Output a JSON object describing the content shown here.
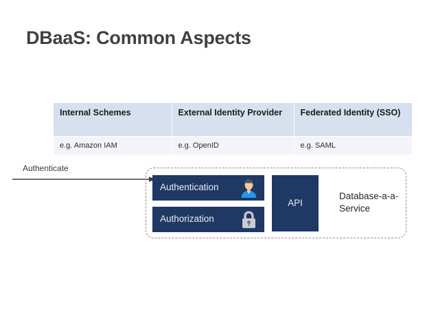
{
  "slide": {
    "title": "DBaaS: Common Aspects",
    "background_color": "#ffffff",
    "title_color": "#404040"
  },
  "table": {
    "header_bg": "#D6E0EF",
    "row_bg": "#F2F4F9",
    "columns": [
      "Internal Schemes",
      "External Identity Provider",
      "Federated Identity (SSO)"
    ],
    "rows": [
      [
        "e.g. Amazon IAM",
        "e.g. OpenID",
        "e.g. SAML"
      ]
    ]
  },
  "diagram": {
    "arrow_label": "Authenticate",
    "arrow_color": "#595959",
    "container_border_color": "#8c8c8c",
    "box_color": "#1F3864",
    "boxes": [
      {
        "label": "Authentication",
        "icon": "user-icon"
      },
      {
        "label": "Authorization",
        "icon": "lock-icon"
      }
    ],
    "api_label": "API",
    "service_label": "Database-a-a-Service",
    "icon_colors": {
      "user_shirt": "#2196F3",
      "user_skin": "#F6C9A0",
      "user_hair": "#4A5160",
      "lock_body": "#C9CCD1",
      "lock_shackle": "#BFC3C9"
    }
  }
}
